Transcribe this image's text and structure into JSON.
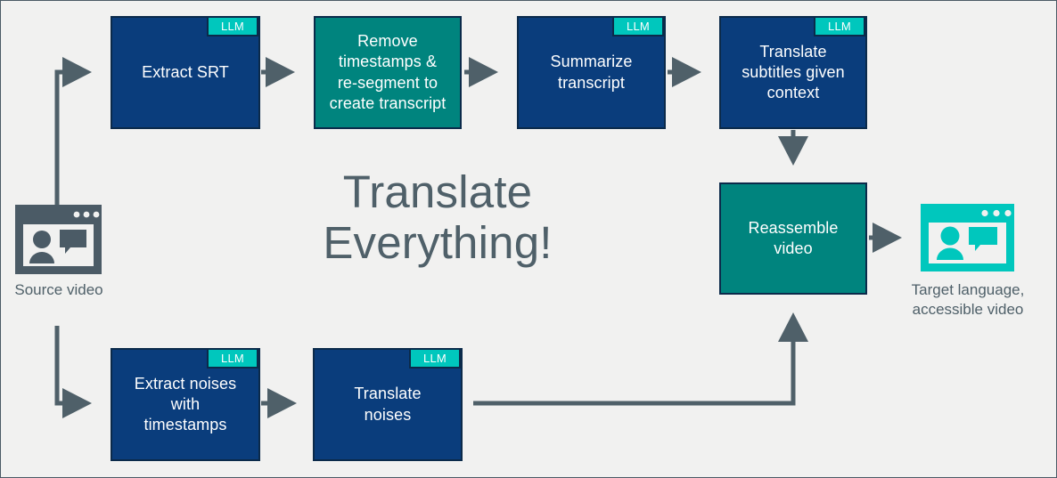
{
  "diagram": {
    "title": "Translate\nEverything!",
    "background_color": "#f1f1f0",
    "frame_color": "#4b5b66",
    "accent_navy": "#0a3d7c",
    "accent_teal": "#00847e",
    "accent_cyan": "#00c7bd",
    "text_slate": "#4f6069",
    "arrow_color": "#4f6069"
  },
  "badge": {
    "llm_label": "LLM"
  },
  "endpoints": [
    {
      "id": "source-video",
      "label": "Source video",
      "icon": "video-window-icon",
      "color": "#4b5b66"
    },
    {
      "id": "target-video",
      "label": "Target language,\naccessible video",
      "icon": "video-window-icon",
      "color": "#00c7bd"
    }
  ],
  "nodes": [
    {
      "id": "extract-srt",
      "label": "Extract SRT",
      "style": "navy",
      "llm": true
    },
    {
      "id": "remove-timestamps",
      "label": "Remove\ntimestamps &\nre-segment to\ncreate transcript",
      "style": "teal",
      "llm": false
    },
    {
      "id": "summarize",
      "label": "Summarize\ntranscript",
      "style": "navy",
      "llm": true
    },
    {
      "id": "translate-subtitles",
      "label": "Translate\nsubtitles given\ncontext",
      "style": "navy",
      "llm": true
    },
    {
      "id": "reassemble-video",
      "label": "Reassemble\nvideo",
      "style": "teal",
      "llm": false
    },
    {
      "id": "extract-noises",
      "label": "Extract noises\nwith\ntimestamps",
      "style": "navy",
      "llm": true
    },
    {
      "id": "translate-noises",
      "label": "Translate\nnoises",
      "style": "navy",
      "llm": true
    }
  ],
  "edges": [
    {
      "from": "source-video",
      "to": "extract-srt",
      "kind": "elbow-up"
    },
    {
      "from": "extract-srt",
      "to": "remove-timestamps",
      "kind": "straight"
    },
    {
      "from": "remove-timestamps",
      "to": "summarize",
      "kind": "straight"
    },
    {
      "from": "summarize",
      "to": "translate-subtitles",
      "kind": "straight"
    },
    {
      "from": "translate-subtitles",
      "to": "reassemble-video",
      "kind": "vertical"
    },
    {
      "from": "reassemble-video",
      "to": "target-video",
      "kind": "straight"
    },
    {
      "from": "source-video",
      "to": "extract-noises",
      "kind": "elbow-down"
    },
    {
      "from": "extract-noises",
      "to": "translate-noises",
      "kind": "straight"
    },
    {
      "from": "translate-noises",
      "to": "reassemble-video",
      "kind": "elbow-up-right"
    }
  ]
}
